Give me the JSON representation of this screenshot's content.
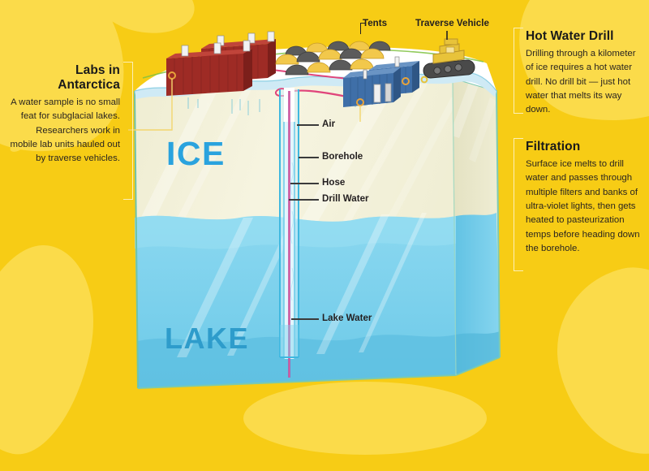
{
  "page": {
    "title": "Subglacial Lake Drilling Infographic",
    "background_color": "#F7CC15"
  },
  "callouts": [
    {
      "id": "labs",
      "heading": "Labs in Antarctica",
      "heading_line1": "Labs in",
      "heading_line2": "Antarctica",
      "body": "A water sample is no small feat for subglacial lakes. Researchers work in mobile lab units hauled out by traverse vehicles."
    },
    {
      "id": "hot-water-drill",
      "heading": "Hot Water Drill",
      "body": "Drilling through a kilometer of ice requires a hot water drill. No drill bit — just hot water that melts its way down."
    },
    {
      "id": "filtration",
      "heading": "Filtration",
      "body": "Surface ice melts to drill water and passes through multiple filters and banks of ultra-violet lights, then gets heated to pasteurization temps before heading down the borehole."
    }
  ],
  "surface_labels": {
    "tents": "Tents",
    "traverse_vehicle": "Traverse Vehicle"
  },
  "layers": {
    "ice": "ICE",
    "lake": "LAKE"
  },
  "borehole_labels": [
    {
      "key": "air",
      "label": "Air"
    },
    {
      "key": "borehole",
      "label": "Borehole"
    },
    {
      "key": "hose",
      "label": "Hose"
    },
    {
      "key": "drill_water",
      "label": "Drill Water"
    },
    {
      "key": "lake_water",
      "label": "Lake Water"
    }
  ],
  "colors": {
    "background": "#F7CC15",
    "background_brush": "#FBDB4A",
    "ice_front": "#F4F2DC",
    "ice_side": "#E9E7C8",
    "ice_top_snow": "#FFFFFF",
    "lake_front": "#7FD3EE",
    "lake_side": "#5EC0E2",
    "ice_word": "#2AA3DE",
    "lake_word": "#2E9CCB",
    "hose_pink": "#E0457B",
    "lab_red": "#9E2B25",
    "lab_blue": "#3F6FA8",
    "vehicle_yellow": "#E8C33A",
    "tent_yellow": "#F2C84B",
    "tent_grey": "#5B5B5B",
    "callout_bracket": "#FCEFB7",
    "text": "#231F20",
    "edge_teal": "#5FBFA8"
  }
}
